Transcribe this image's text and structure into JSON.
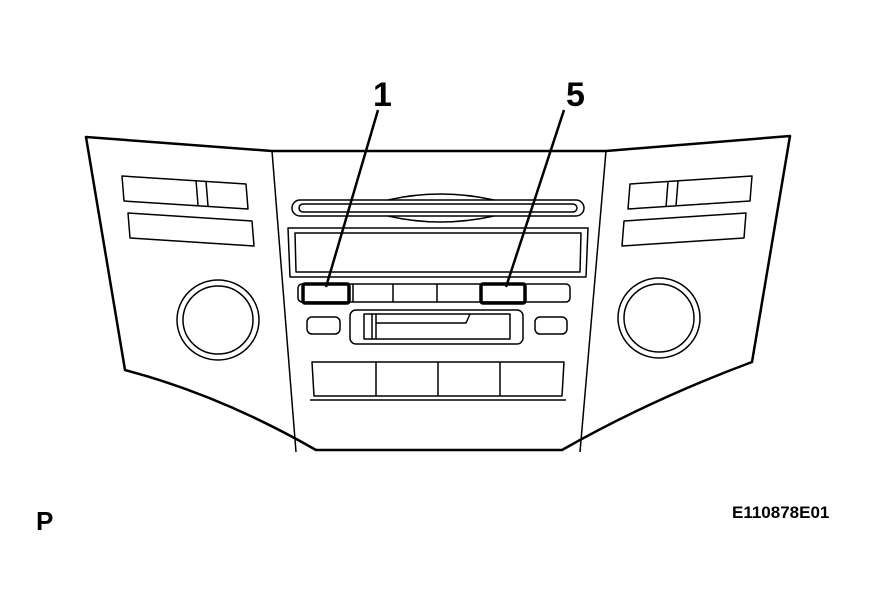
{
  "callouts": {
    "left": "1",
    "right": "5"
  },
  "corner_label": "P",
  "figure_code": "E110878E01"
}
